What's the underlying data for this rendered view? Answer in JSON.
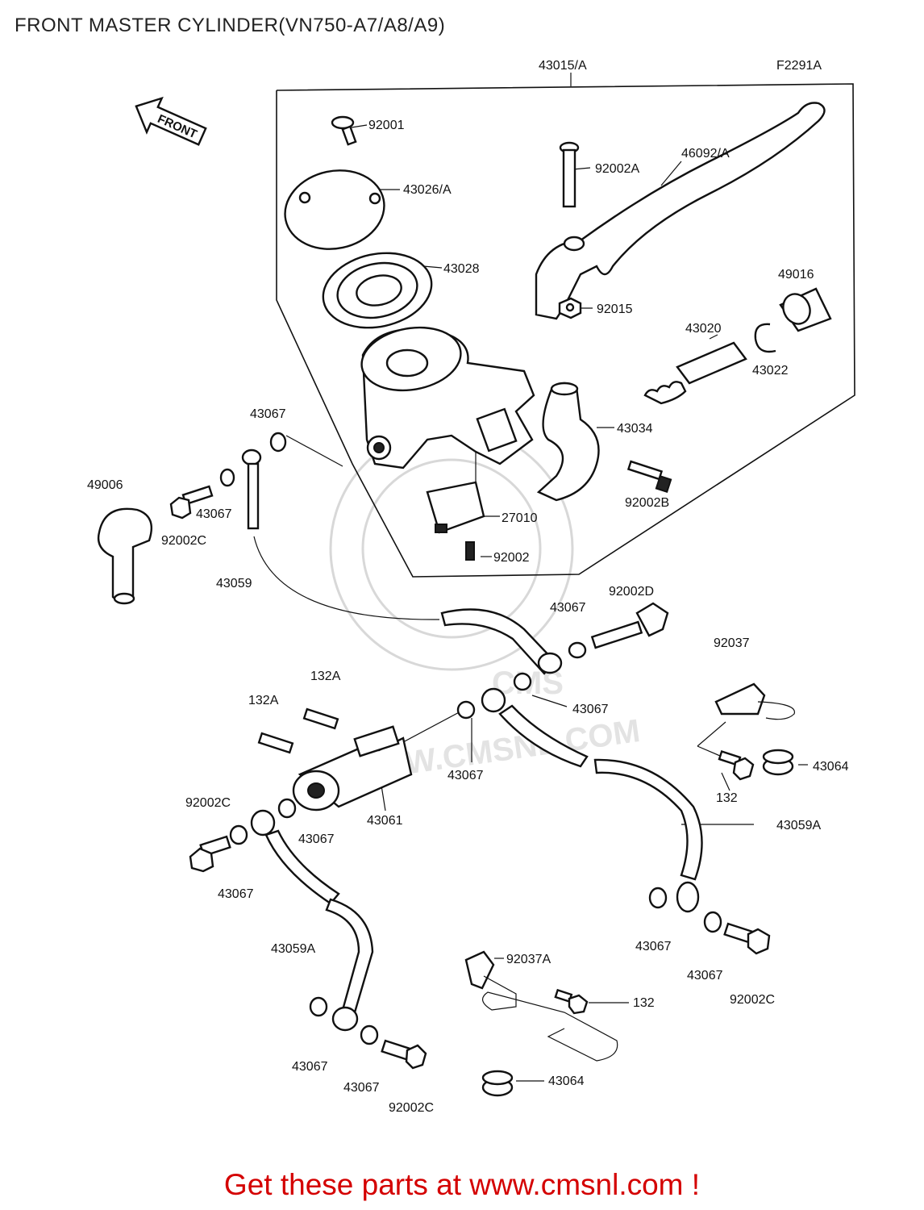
{
  "title": "FRONT MASTER CYLINDER(VN750-A7/A8/A9)",
  "diagram_code": "F2291A",
  "front_arrow": "FRONT",
  "footer": "Get these parts at www.cmsnl.com !",
  "watermark": "WWW.CMSNL.COM",
  "labels": {
    "l43015": "43015/A",
    "l92001": "92001",
    "l43026": "43026/A",
    "l43028": "43028",
    "l92002A": "92002A",
    "l46092": "46092/A",
    "l49016": "49016",
    "l92015": "92015",
    "l43020": "43020",
    "l43022": "43022",
    "l43034": "43034",
    "l43067a": "43067",
    "l49006": "49006",
    "l43067b": "43067",
    "l92002C_a": "92002C",
    "l92002B": "92002B",
    "l27010": "27010",
    "l92002": "92002",
    "l43059": "43059",
    "l92002D": "92002D",
    "l43067c": "43067",
    "l92037": "92037",
    "l132A_a": "132A",
    "l132A_b": "132A",
    "l43067d": "43067",
    "l43067e": "43067",
    "l43064a": "43064",
    "l132a": "132",
    "l43061": "43061",
    "l92002C_b": "92002C",
    "l43067f": "43067",
    "l43059A_a": "43059A",
    "l43067g": "43067",
    "l43067h": "43067",
    "l43067i": "43067",
    "l92002C_c": "92002C",
    "l43059A_b": "43059A",
    "l92037A": "92037A",
    "l132b": "132",
    "l43067j": "43067",
    "l43067k": "43067",
    "l43064b": "43064",
    "l92002C_d": "92002C"
  }
}
